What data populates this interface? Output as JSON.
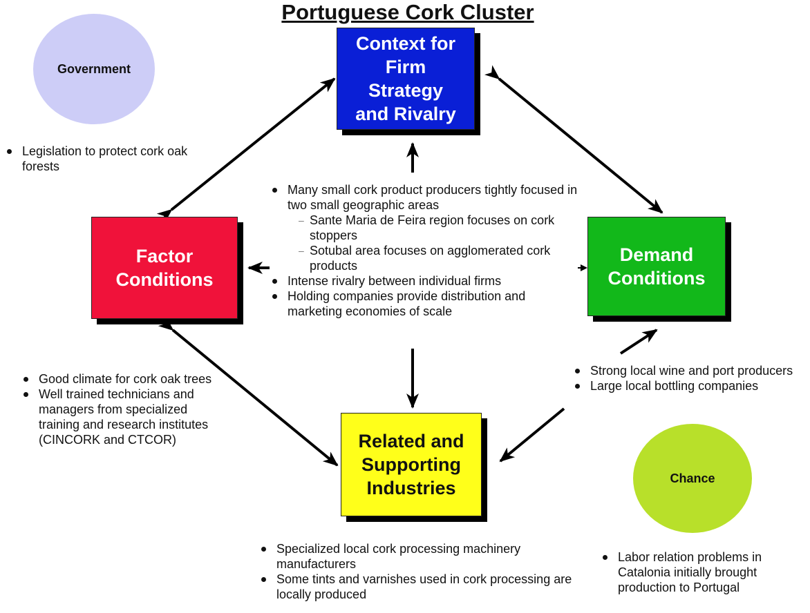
{
  "title": "Portuguese Cork Cluster",
  "boxes": {
    "strategy": [
      "Context for",
      "Firm",
      "Strategy",
      "and Rivalry"
    ],
    "factor": [
      "Factor",
      "Conditions"
    ],
    "demand": [
      "Demand",
      "Conditions"
    ],
    "related": [
      "Related and",
      "Supporting",
      "Industries"
    ]
  },
  "circles": {
    "government": "Government",
    "chance": "Chance"
  },
  "colors": {
    "strategy": "#0a1fd6",
    "factor": "#f0123a",
    "demand": "#12b81a",
    "related": "#ffff1a",
    "government": "#cdcdf7",
    "chance": "#b8e02a"
  },
  "bullets": {
    "government": [
      "Legislation to protect cork oak forests"
    ],
    "center": {
      "b1": "Many small cork product producers tightly focused in two small geographic areas",
      "s1": "Sante Maria de Feira region focuses on cork stoppers",
      "s2": "Sotubal area focuses on agglomerated cork products",
      "b2": "Intense rivalry between individual firms",
      "b3": "Holding companies provide distribution and marketing economies of scale"
    },
    "factor": [
      "Good climate for cork oak trees",
      "Well trained technicians and managers from specialized training and research institutes (CINCORK and CTCOR)"
    ],
    "demand": [
      "Strong local wine and port producers",
      "Large local bottling companies"
    ],
    "related": [
      "Specialized local cork processing machinery manufacturers",
      "Some tints and varnishes used in cork processing are locally produced"
    ],
    "chance": [
      "Labor relation problems in Catalonia initially brought production to Portugal"
    ]
  }
}
